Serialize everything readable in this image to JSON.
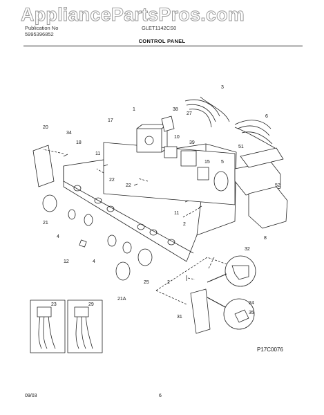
{
  "watermark": "AppliancePartsPros.com",
  "header": {
    "left_line1": "Publication No",
    "left_line2": "5995396852",
    "model": "GLET1142CS0",
    "section_title": "CONTROL PANEL"
  },
  "callouts": [
    "1",
    "2",
    "2",
    "2",
    "3",
    "4",
    "4",
    "5",
    "6",
    "10",
    "11",
    "11",
    "12",
    "15",
    "17",
    "18",
    "20",
    "21",
    "21A",
    "22",
    "22",
    "23",
    "24",
    "25",
    "27",
    "29",
    "31",
    "32",
    "34",
    "35",
    "38",
    "39",
    "51",
    "52",
    "8"
  ],
  "figure_id": "P17C0076",
  "footer": {
    "date": "09/03",
    "page": "6"
  }
}
